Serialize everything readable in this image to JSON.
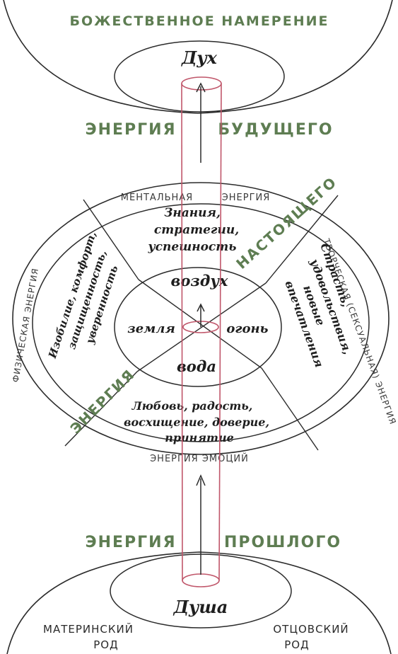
{
  "colors": {
    "ink": "#2b2b2b",
    "green": "#5e7d52",
    "pipe": "#c0566a"
  },
  "top": {
    "title": "БОЖЕСТВЕННОЕ НАМЕРЕНИЕ",
    "spirit": "Дух"
  },
  "future": {
    "left": "ЭНЕРГИЯ",
    "right": "БУДУЩЕГО"
  },
  "ring": {
    "mental_1": "МЕНТАЛЬНАЯ",
    "mental_2": "ЭНЕРГИЯ",
    "creative": "ТВОРЧЕСКАЯ (СЕКСУАЛЬНАЯ) ЭНЕРГИЯ",
    "physical": "ФИЗИЧЕСКАЯ ЭНЕРГИЯ",
    "emotions": "ЭНЕРГИЯ ЭМОЦИЙ"
  },
  "present": {
    "word1": "ЭНЕРГИЯ",
    "word2": "НАСТОЯЩЕГО"
  },
  "sectors": {
    "top": [
      "Знания,",
      "стратегии,",
      "успешность"
    ],
    "right": [
      "Страсть,",
      "удовольствия,",
      "новые",
      "впечатления"
    ],
    "left": [
      "Изобилие, комфорт,",
      "защищенность,",
      "уверенность"
    ],
    "bottom": [
      "Любовь, радость,",
      "восхищение, доверие,",
      "принятие"
    ]
  },
  "elements": {
    "air": "воздух",
    "earth": "земля",
    "fire": "огонь",
    "water": "вода"
  },
  "past": {
    "left": "ЭНЕРГИЯ",
    "right": "ПРОШЛОГО"
  },
  "bottom": {
    "soul": "Душа",
    "maternal_1": "МАТЕРИНСКИЙ",
    "maternal_2": "РОД",
    "paternal_1": "ОТЦОВСКИЙ",
    "paternal_2": "РОД"
  }
}
